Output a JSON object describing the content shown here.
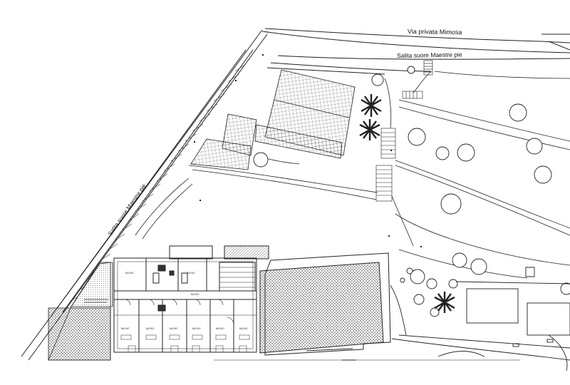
{
  "labels": {
    "street_top": "Via privata Mimosa",
    "path_top": "Salita suore Maestre pie",
    "path_diagonal": "Salita suore Maestre pie"
  },
  "rooms": [
    "BAGNO",
    "BAGNO",
    "BAGNO",
    "BAGNO",
    "BAGNO",
    "BAGNO",
    "BAGNO",
    "BAGNO",
    "BAGNO"
  ],
  "colors": {
    "ink": "#222222",
    "hatch": "#444444",
    "background": "#ffffff"
  }
}
